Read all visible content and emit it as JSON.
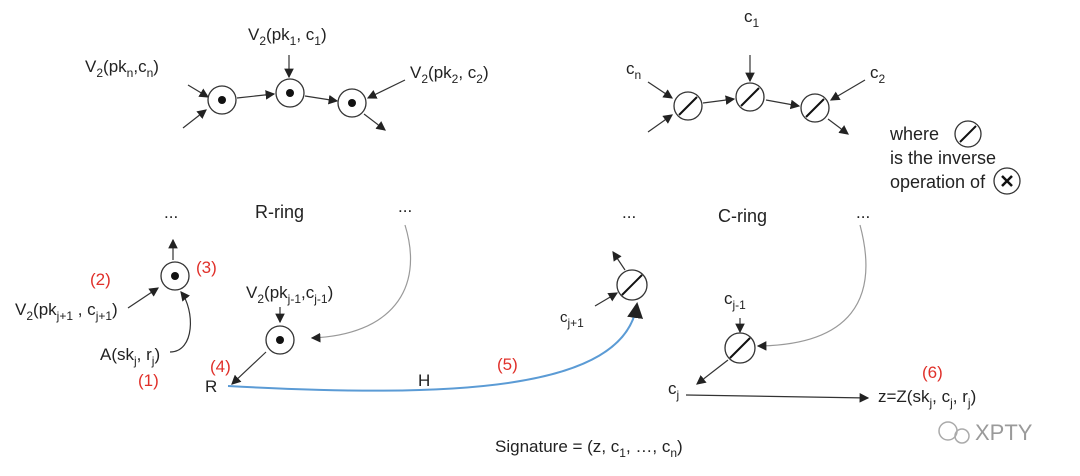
{
  "colors": {
    "text": "#222222",
    "step": "#e0302a",
    "link": "#5b9bd5",
    "curve": "#999999"
  },
  "r_chain": {
    "inputs": [
      [
        [
          "V",
          "n"
        ],
        [
          "2",
          "s"
        ],
        [
          "(pk",
          "n"
        ],
        [
          "n",
          "s"
        ],
        [
          ",c",
          "n"
        ],
        [
          "n",
          "s"
        ],
        [
          ")",
          "n"
        ]
      ],
      [
        [
          "V",
          "n"
        ],
        [
          "2",
          "s"
        ],
        [
          "(pk",
          "n"
        ],
        [
          "1",
          "s"
        ],
        [
          ", c",
          "n"
        ],
        [
          "1",
          "s"
        ],
        [
          ")",
          "n"
        ]
      ],
      [
        [
          "V",
          "n"
        ],
        [
          "2",
          "s"
        ],
        [
          "(pk",
          "n"
        ],
        [
          "2",
          "s"
        ],
        [
          ", c",
          "n"
        ],
        [
          "2",
          "s"
        ],
        [
          ")",
          "n"
        ]
      ]
    ]
  },
  "c_chain": {
    "inputs": [
      [
        [
          "c",
          "n"
        ],
        [
          "n",
          "s"
        ]
      ],
      [
        [
          "c",
          "n"
        ],
        [
          "1",
          "s"
        ]
      ],
      [
        [
          "c",
          "n"
        ],
        [
          "2",
          "s"
        ]
      ]
    ]
  },
  "legend": {
    "line1": "where",
    "line2": "is the inverse",
    "line3": "operation of"
  },
  "ellipsis": "...",
  "r_ring_label": "R-ring",
  "c_ring_label": "C-ring",
  "steps": {
    "s1": "(1)",
    "s2": "(2)",
    "s3": "(3)",
    "s4": "(4)",
    "s5": "(5)",
    "s6": "(6)"
  },
  "labels": {
    "v2_next": [
      [
        "V",
        "n"
      ],
      [
        "2",
        "s"
      ],
      [
        "(pk",
        "n"
      ],
      [
        "j+1",
        "s"
      ],
      [
        " , c",
        "n"
      ],
      [
        "j+1",
        "s"
      ],
      [
        ")",
        "n"
      ]
    ],
    "a": [
      [
        "A(sk",
        "n"
      ],
      [
        "j",
        "s"
      ],
      [
        ", r",
        "n"
      ],
      [
        "j",
        "s"
      ],
      [
        ")",
        "n"
      ]
    ],
    "v2_prev": [
      [
        "V",
        "n"
      ],
      [
        "2",
        "s"
      ],
      [
        "(pk",
        "n"
      ],
      [
        "j-1",
        "s"
      ],
      [
        ",c",
        "n"
      ],
      [
        "j-1",
        "s"
      ],
      [
        ")",
        "n"
      ]
    ],
    "r": [
      [
        "R",
        "n"
      ]
    ],
    "h": [
      [
        "H",
        "n"
      ]
    ],
    "c_next": [
      [
        "c",
        "n"
      ],
      [
        "j+1",
        "s"
      ]
    ],
    "c_prev": [
      [
        "c",
        "n"
      ],
      [
        "j-1",
        "s"
      ]
    ],
    "cj": [
      [
        "c",
        "n"
      ],
      [
        "j",
        "s"
      ]
    ],
    "z": [
      [
        "z=Z(sk",
        "n"
      ],
      [
        "j",
        "s"
      ],
      [
        ", c",
        "n"
      ],
      [
        "j",
        "s"
      ],
      [
        ", r",
        "n"
      ],
      [
        "j",
        "s"
      ],
      [
        ")",
        "n"
      ]
    ],
    "signature": [
      [
        "Signature = (z",
        ""
      ],
      [
        ", c",
        "n"
      ],
      [
        "1",
        "s"
      ],
      [
        ", …, c",
        "n"
      ],
      [
        "n",
        "s"
      ],
      [
        ")",
        "n"
      ]
    ]
  },
  "watermark": "XPTY"
}
